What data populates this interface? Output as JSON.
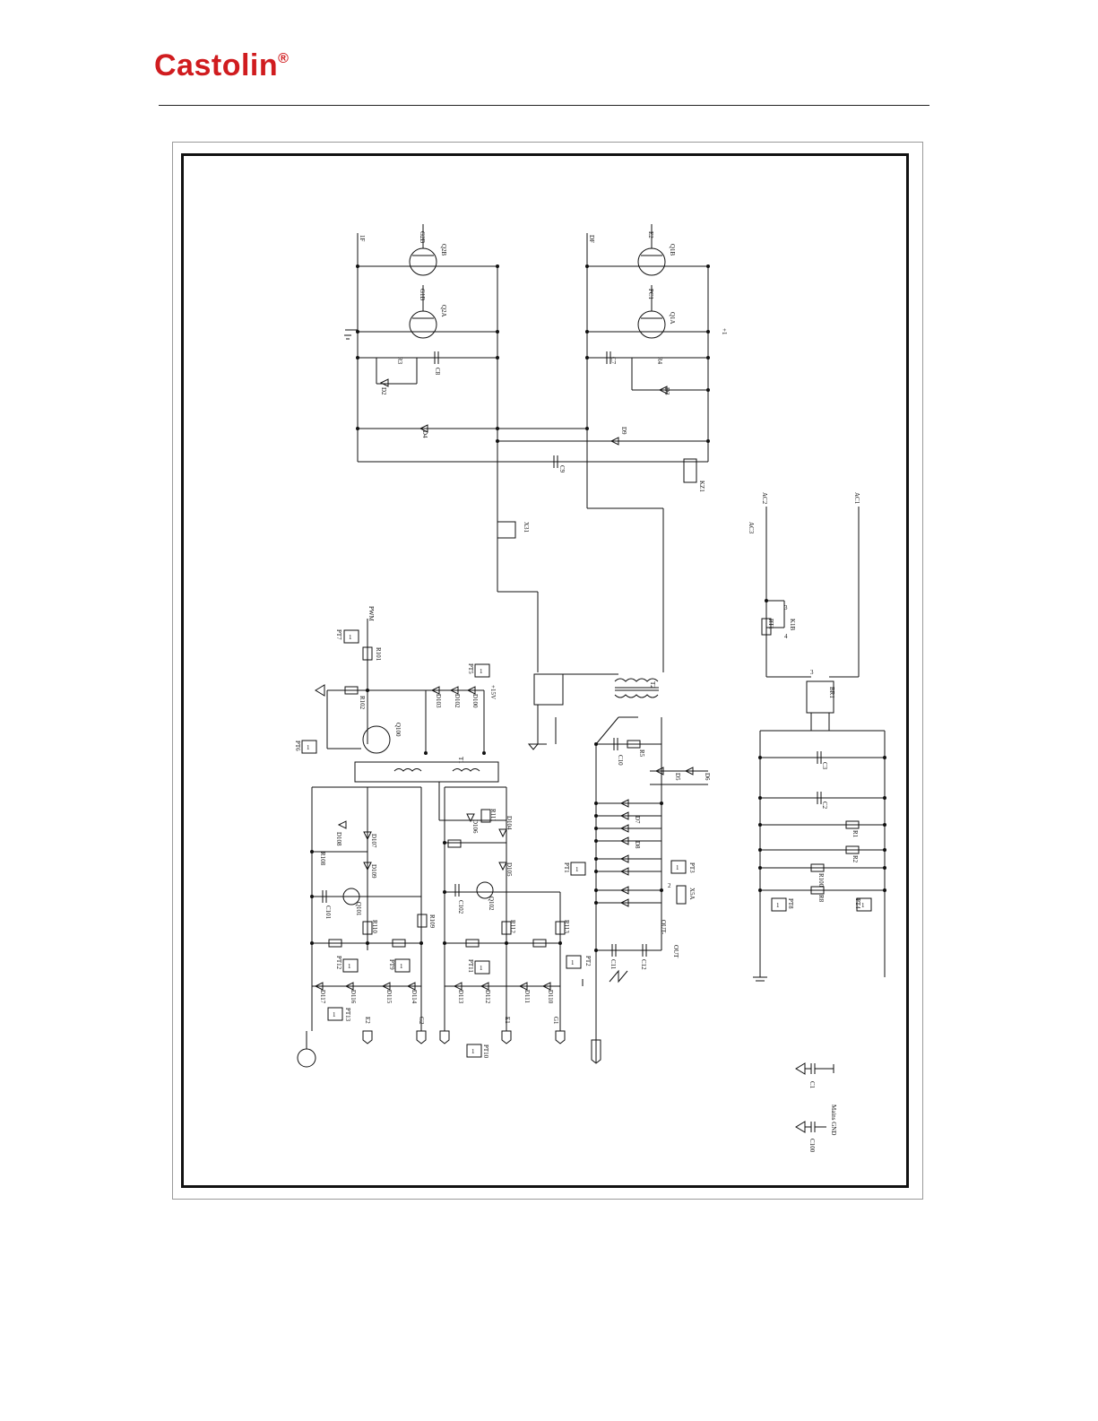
{
  "header": {
    "logo_text": "Castolin",
    "registered_mark": "®",
    "brand_color": "#d01c1f"
  },
  "schematic": {
    "labels": {
      "lf": "1F",
      "df": "DF",
      "q2b": "Q2B",
      "q2a": "Q2A",
      "q1b": "Q1B",
      "q1a": "Q1A",
      "g2b": "G2B",
      "g1b": "G1B",
      "e2": "E2",
      "pc1": "PC1",
      "plus1": "+1",
      "r3": "R3",
      "r4": "R4",
      "c8": "C8",
      "c7": "C7",
      "d2": "D2",
      "d3": "D3",
      "d4": "D4",
      "d9": "D9",
      "c9": "C9",
      "kz1": "KZ1",
      "x31": "X31",
      "ac2": "AC2",
      "ac1": "AC1",
      "ac3": "AC3",
      "rt1": "RT1",
      "k1b": "K1B",
      "br1": "BR1",
      "pwm": "PWM",
      "pt7": "PT7",
      "r101": "R101",
      "r102": "R102",
      "q100": "Q100",
      "pt6": "PT6",
      "pt5": "PT5",
      "plus15v": "+15V",
      "d100": "D100",
      "d102": "D102",
      "d103": "D103",
      "t1": "T1",
      "t2": "T2",
      "c10": "C10",
      "r5": "R5",
      "d5": "D5",
      "d6": "D6",
      "d7": "D7",
      "d8": "D8",
      "pt1": "PT1",
      "pt3": "PT3",
      "pt8": "PT8",
      "pt2": "PT2",
      "pt4": "PT4",
      "pt9": "PT9",
      "pt11": "PT11",
      "pt12": "PT12",
      "pt13": "PT13",
      "pt10": "PT10",
      "x5a": "X5A",
      "c11": "C11",
      "c12": "C12",
      "out": "OUT",
      "out_minus": "OUT-",
      "c3": "C3",
      "c2": "C2",
      "c1": "C1",
      "c100": "C100",
      "r1": "R1",
      "r2": "R2",
      "r100": "R100",
      "r8": "R8",
      "r108": "R108",
      "r109": "R109",
      "r110": "R110",
      "r111": "R111",
      "r112": "R112",
      "r113": "R113",
      "d104": "D104",
      "d105": "D105",
      "d106": "D106",
      "d107": "D107",
      "d108": "D108",
      "d109": "D109",
      "d110": "D110",
      "d111": "D111",
      "d112": "D112",
      "d113": "D113",
      "d114": "D114",
      "d115": "D115",
      "d116": "D116",
      "d117": "D117",
      "q101": "Q101",
      "q102": "Q102",
      "c101": "C101",
      "c102": "C102",
      "g1": "G1",
      "g2": "G2",
      "e1": "E1",
      "e2b": "E2",
      "mains_gnd": "Mains GND",
      "one": "1",
      "two": "2",
      "three": "3",
      "four": "4"
    }
  }
}
